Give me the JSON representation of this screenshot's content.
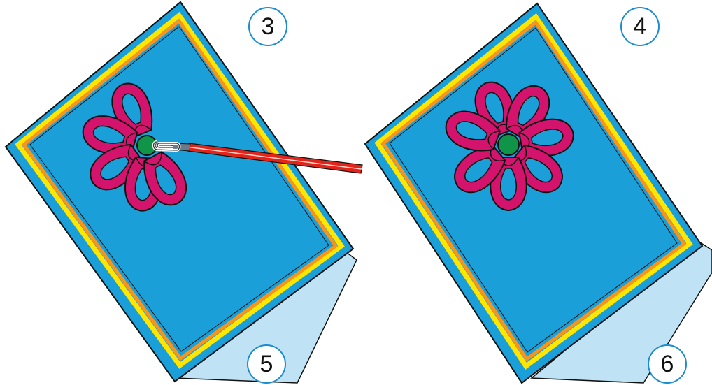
{
  "steps": {
    "top_left": "3",
    "top_right": "4",
    "bottom_left": "5",
    "bottom_right": "6"
  },
  "colors": {
    "card_blue": "#1a9fd9",
    "card_inner_page": "#bfe3f5",
    "border_yellow": "#ffe600",
    "border_orange": "#f7941d",
    "petal_magenta": "#d4146c",
    "petal_hole": "#1a9fd9",
    "flower_center": "#109447",
    "glue_tube_red": "#e1251b",
    "outline": "#111111",
    "badge_ring": "#1b8ccf"
  },
  "icons": {
    "glue_tip": "paperclip-icon"
  }
}
